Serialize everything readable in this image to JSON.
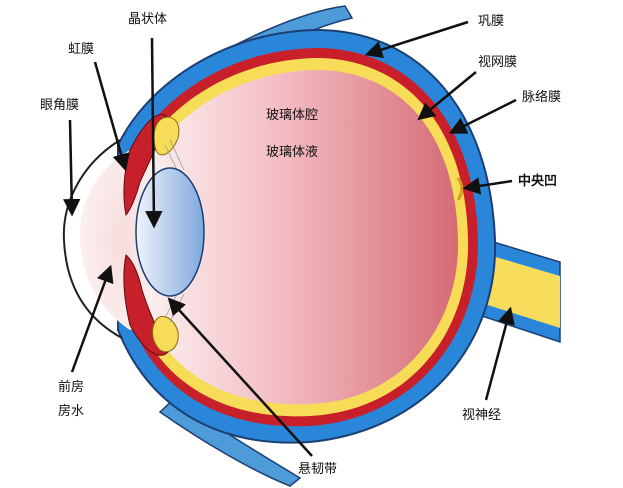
{
  "labels": {
    "lens": "晶状体",
    "iris": "虹膜",
    "cornea": "眼角膜",
    "sclera": "巩膜",
    "retina": "视网膜",
    "choroid": "脉络膜",
    "fovea": "中央凹",
    "vitreous_cavity": "玻璃体腔",
    "vitreous_humor": "玻璃体液",
    "anterior_chamber": "前房",
    "aqueous_humor": "房水",
    "optic_nerve": "视神经",
    "zonule": "悬韧带"
  },
  "colors": {
    "sclera": "#2a86d9",
    "sclera_outline": "#1c3f73",
    "choroid": "#c8202a",
    "retina": "#f6dc57",
    "vitreous_light": "#fbeaea",
    "vitreous_dark": "#d9727b",
    "lens_light": "#e6eef9",
    "lens_dark": "#86aee0",
    "muscle": "#4a9ad8",
    "optic_nerve": "#f8dc5c",
    "arrow": "#111111"
  }
}
